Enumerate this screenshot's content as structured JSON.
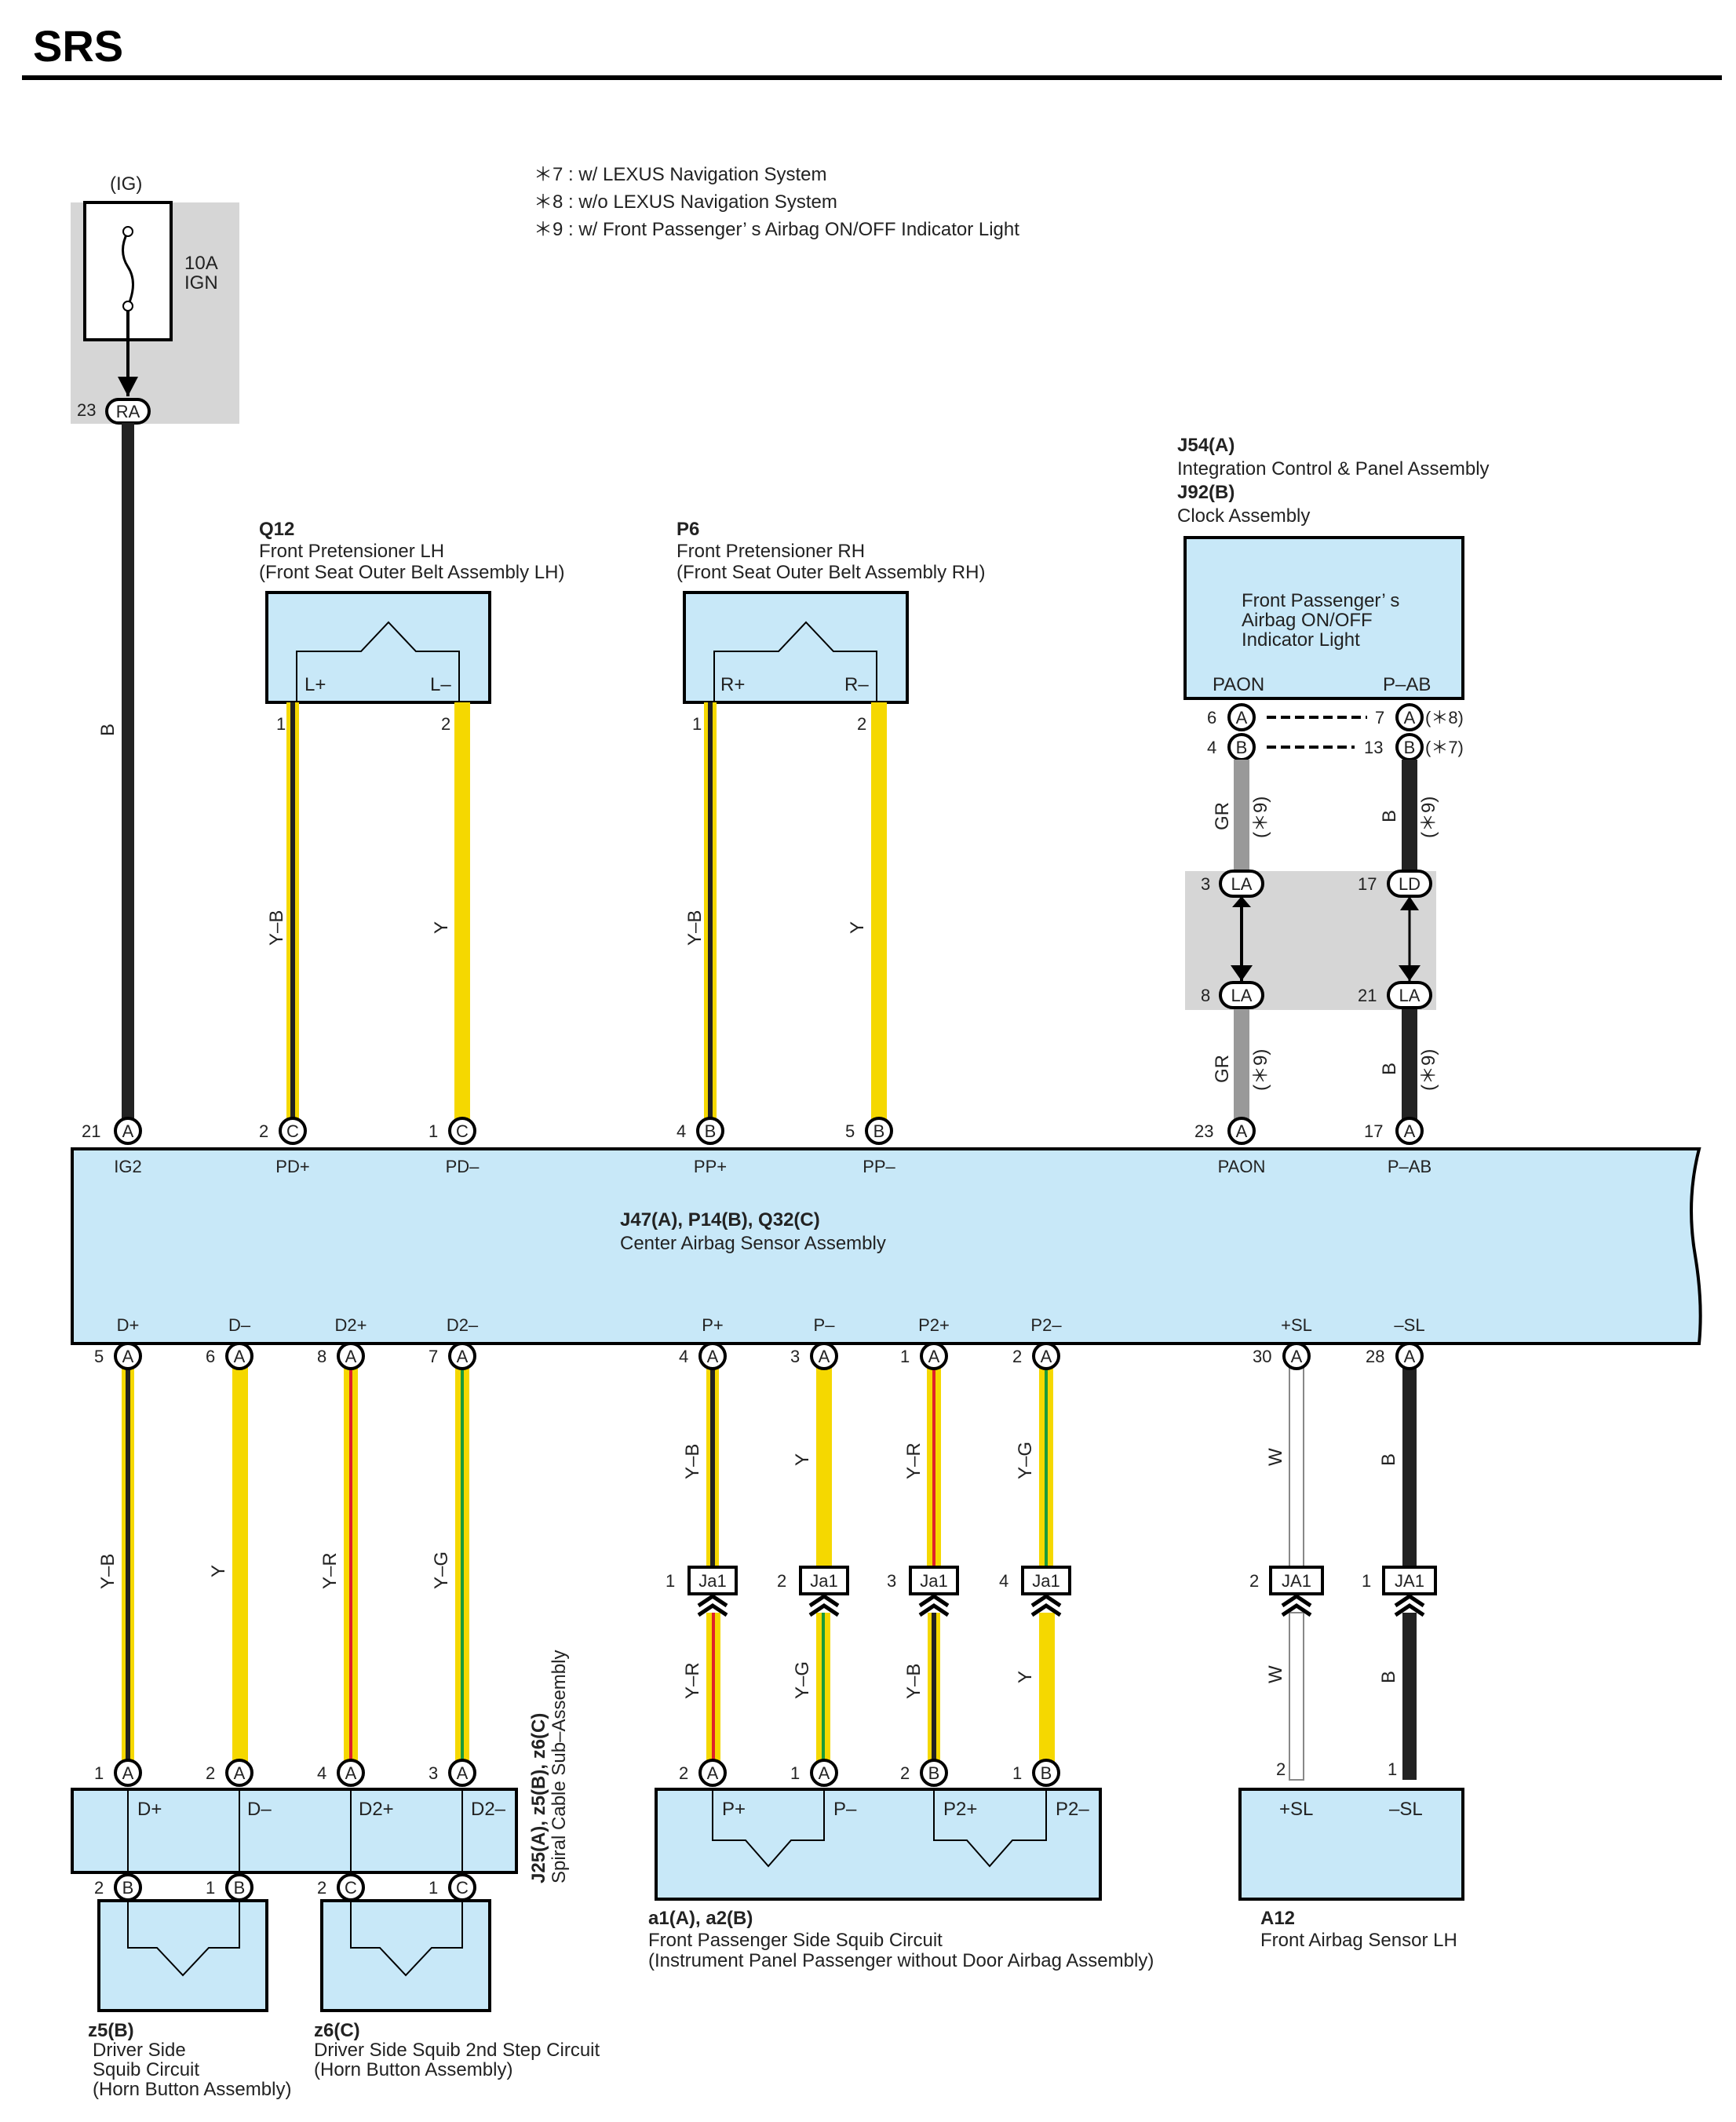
{
  "title": "SRS",
  "notes": [
    "＊7 : w/ LEXUS Navigation System",
    "＊8 : w/o LEXUS Navigation System",
    "＊9 : w/ Front Passenger’ s Airbag ON/OFF Indicator Light"
  ],
  "fuse": {
    "supply": "(IG)",
    "rating": "10A",
    "name": "IGN",
    "pin": "23",
    "connector": "RA"
  },
  "components": {
    "q12": {
      "code": "Q12",
      "name": "Front Pretensioner LH",
      "sub": "(Front Seat Outer Belt Assembly LH)",
      "t1": "L+",
      "t2": "L–"
    },
    "p6": {
      "code": "P6",
      "name": "Front Pretensioner RH",
      "sub": "(Front Seat Outer Belt Assembly RH)",
      "t1": "R+",
      "t2": "R–"
    },
    "j54": {
      "code1": "J54(A)",
      "name1": "Integration Control & Panel Assembly",
      "code2": "J92(B)",
      "name2": "Clock Assembly",
      "inner1": "Front Passenger’ s",
      "inner2": "Airbag ON/OFF",
      "inner3": "Indicator Light",
      "t1": "PAON",
      "t2": "P–AB"
    },
    "center": {
      "code": "J47(A), P14(B), Q32(C)",
      "name": "Center Airbag Sensor Assembly"
    },
    "spiral": {
      "code": "J25(A), z5(B), z6(C)",
      "name": "Spiral Cable Sub–Assembly"
    },
    "z5": {
      "code": "z5(B)",
      "l1": "Driver Side",
      "l2": "Squib Circuit",
      "l3": "(Horn Button Assembly)"
    },
    "z6": {
      "code": "z6(C)",
      "l1": "Driver Side Squib 2nd Step Circuit",
      "l2": "(Horn Button Assembly)"
    },
    "a1": {
      "code": "a1(A), a2(B)",
      "name": "Front Passenger Side Squib Circuit",
      "sub": "(Instrument Panel Passenger without Door Airbag Assembly)"
    },
    "a12": {
      "code": "A12",
      "name": "Front Airbag Sensor LH",
      "t1": "+SL",
      "t2": "–SL"
    }
  },
  "center_top_terms": [
    "IG2",
    "PD+",
    "PD–",
    "PP+",
    "PP–",
    "PAON",
    "P–AB"
  ],
  "center_bottom_terms": [
    "D+",
    "D–",
    "D2+",
    "D2–",
    "P+",
    "P–",
    "P2+",
    "P2–",
    "+SL",
    "–SL"
  ],
  "spiral_terms": [
    "D+",
    "D–",
    "D2+",
    "D2–"
  ],
  "a1_terms": [
    "P+",
    "P–",
    "P2+",
    "P2–"
  ],
  "wire_labels": {
    "ig": "B",
    "q12_1": "Y–B",
    "q12_2": "Y",
    "p6_1": "Y–B",
    "p6_2": "Y",
    "gr_top": "GR",
    "b_top": "B",
    "gr_bot": "GR",
    "b_bot": "B",
    "note9": "(＊9)",
    "d1": "Y–B",
    "d2": "Y",
    "d3": "Y–R",
    "d4": "Y–G",
    "p_up1": "Y–B",
    "p_up2": "Y",
    "p_up3": "Y–R",
    "p_up4": "Y–G",
    "p_dn1": "Y–R",
    "p_dn2": "Y–G",
    "p_dn3": "Y–B",
    "p_dn4": "Y",
    "w1": "W",
    "b1": "B",
    "w2": "W",
    "b2": "B"
  },
  "connectors": {
    "ja1": "Ja1",
    "JA1": "JA1",
    "LA": "LA",
    "LD": "LD",
    "A": "A",
    "B": "B",
    "C": "C"
  },
  "pins": {
    "q12_1": "1",
    "q12_2": "2",
    "p6_1": "1",
    "p6_2": "2",
    "ct_21": "21",
    "ct_2": "2",
    "ct_1": "1",
    "ct_4": "4",
    "ct_5": "5",
    "ct_23": "23",
    "ct_17": "17",
    "j54_6": "6",
    "j54_4": "4",
    "j54_7": "7",
    "j54_13": "13",
    "note8": "(＊8)",
    "note7": "(＊7)",
    "la3": "3",
    "ld17": "17",
    "la8": "8",
    "la21": "21",
    "cb_5": "5",
    "cb_6": "6",
    "cb_8": "8",
    "cb_7": "7",
    "cb_4": "4",
    "cb_3": "3",
    "cb_1": "1",
    "cb_2": "2",
    "cb_30": "30",
    "cb_28": "28",
    "ja_1": "1",
    "ja_2": "2",
    "ja_3": "3",
    "ja_4": "4",
    "JA_2": "2",
    "JA_1": "1",
    "sp_1": "1",
    "sp_2": "2",
    "sp_4": "4",
    "sp_3": "3",
    "spb_2": "2",
    "spb_1": "1",
    "spc_2": "2",
    "spc_1": "1",
    "a1_2": "2",
    "a1_1": "1",
    "a2_2": "2",
    "a2_1": "1",
    "a12_2": "2",
    "a12_1": "1"
  },
  "colors": {
    "Y": "#f5d800",
    "B": "#222222",
    "GR": "#999999",
    "W": "#ffffff",
    "R": "#e0202a",
    "G": "#1a9a3a",
    "box": "#c8e8f8",
    "shade": "#d6d6d6"
  }
}
